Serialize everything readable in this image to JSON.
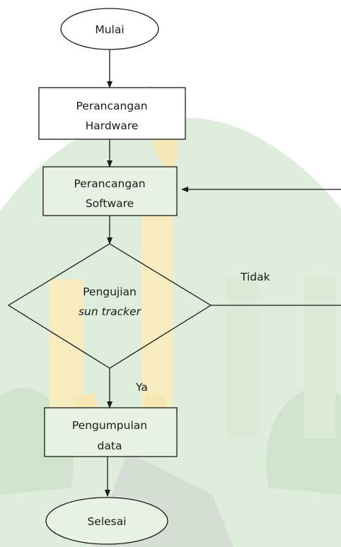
{
  "flowchart": {
    "start": "Mulai",
    "hardware": [
      "Perancangan",
      "Hardware"
    ],
    "software": [
      "Perancangan",
      "Software"
    ],
    "decision": [
      "Pengujian",
      "sun tracker"
    ],
    "no_label": "Tidak",
    "yes_label": "Ya",
    "collect": [
      "Pengumpulan",
      "data"
    ],
    "end": "Selesai"
  },
  "colors": {
    "line": "#1a1a1a",
    "watermark_green": "#cfe3cc",
    "watermark_yellow": "#f4e3a2"
  }
}
